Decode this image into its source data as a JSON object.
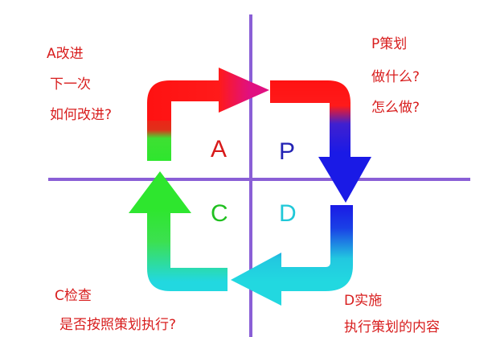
{
  "quadrants": {
    "a": {
      "letter": "A",
      "color": "#d81a1a"
    },
    "p": {
      "letter": "P",
      "color": "#2323b4"
    },
    "c": {
      "letter": "C",
      "color": "#20c020"
    },
    "d": {
      "letter": "D",
      "color": "#20c8d8"
    }
  },
  "notes": {
    "act": {
      "line1": "A改进",
      "line2": "下一次",
      "line3": "如何改进?"
    },
    "plan": {
      "line1": "P策划",
      "line2": "做什么?",
      "line3": "怎么做?"
    },
    "check": {
      "line1": "C检查",
      "line2": "是否按照策划执行?"
    },
    "do": {
      "line1": "D实施",
      "line2": "执行策划的内容"
    }
  },
  "colors": {
    "axis": "#8a5fd6",
    "note_text": "#d81e1e",
    "act_arrow": "#ff1a1a",
    "plan_arrow": "#1a1ae6",
    "do_arrow": "#22d8e0",
    "check_arrow": "#2ee62e"
  }
}
